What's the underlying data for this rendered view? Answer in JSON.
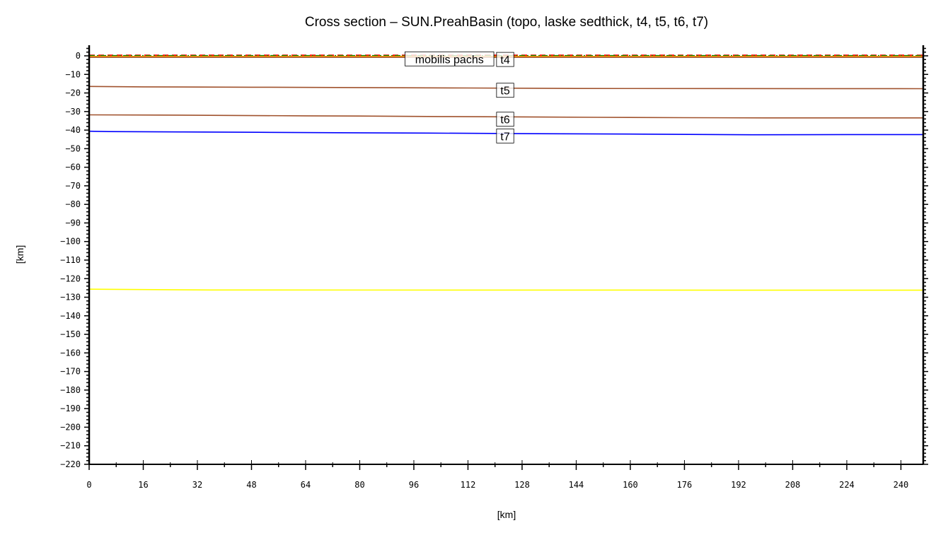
{
  "chart_data": {
    "type": "line",
    "title": "Cross section – SUN.PreahBasin (topo, laske sedthick, t4, t5, t6, t7)",
    "xlabel": "[km]",
    "ylabel": "[km]",
    "xlim": [
      0,
      246.6
    ],
    "ylim": [
      -220,
      0
    ],
    "xticks": [
      0,
      16,
      32,
      48,
      64,
      80,
      96,
      112,
      128,
      144,
      160,
      176,
      192,
      208,
      224,
      240
    ],
    "yticks": [
      0,
      -10,
      -20,
      -30,
      -40,
      -50,
      -60,
      -70,
      -80,
      -90,
      -100,
      -110,
      -120,
      -130,
      -140,
      -150,
      -160,
      -170,
      -180,
      -190,
      -200,
      -210,
      -220
    ],
    "grid": false,
    "series": [
      {
        "name": "topo",
        "color": "#ff0000",
        "dash": "dashed",
        "x": [
          0,
          246.6
        ],
        "y": [
          0.2,
          0.2
        ]
      },
      {
        "name": "laske sedthick",
        "color": "#008000",
        "dash": "dashdot",
        "x": [
          0,
          246.6
        ],
        "y": [
          0.1,
          0.1
        ]
      },
      {
        "name": "mobilis pachs",
        "color": "#ffa500",
        "dash": "solid",
        "x": [
          0,
          246.6
        ],
        "y": [
          -0.3,
          -0.3
        ]
      },
      {
        "name": "t4",
        "color": "#a0522d",
        "dash": "solid",
        "x": [
          0,
          246.6
        ],
        "y": [
          -0.8,
          -0.8
        ]
      },
      {
        "name": "t5",
        "color": "#a0522d",
        "dash": "solid",
        "x": [
          0,
          16,
          48,
          80,
          112,
          144,
          246.6
        ],
        "y": [
          -16.5,
          -16.7,
          -16.9,
          -17.1,
          -17.3,
          -17.6,
          -17.7
        ]
      },
      {
        "name": "t6",
        "color": "#a0522d",
        "dash": "solid",
        "x": [
          0,
          20,
          40,
          64,
          88,
          104,
          128,
          150,
          176,
          200,
          246.6
        ],
        "y": [
          -31.8,
          -31.9,
          -32.1,
          -32.3,
          -32.5,
          -32.7,
          -32.9,
          -33.1,
          -33.3,
          -33.4,
          -33.4
        ]
      },
      {
        "name": "t7",
        "color": "#0000ff",
        "dash": "solid",
        "x": [
          0,
          6,
          28,
          50,
          74,
          100,
          128,
          168,
          196,
          224,
          246.6
        ],
        "y": [
          -40.6,
          -40.8,
          -41,
          -41.2,
          -41.4,
          -41.6,
          -41.9,
          -42.2,
          -42.5,
          -42.4,
          -42.4
        ]
      },
      {
        "name": "",
        "color": "#ffff00",
        "dash": "solid",
        "x": [
          0,
          36,
          246.6
        ],
        "y": [
          -125.7,
          -126.1,
          -126.2
        ]
      }
    ],
    "annotations": [
      {
        "text": "mobilis pachs",
        "x": 123,
        "y": -0.5
      },
      {
        "text": "t4",
        "x": 123,
        "y": -0.8
      },
      {
        "text": "t5",
        "x": 123,
        "y": -17.4
      },
      {
        "text": "t6",
        "x": 123,
        "y": -33
      },
      {
        "text": "t7",
        "x": 123,
        "y": -42
      }
    ]
  }
}
